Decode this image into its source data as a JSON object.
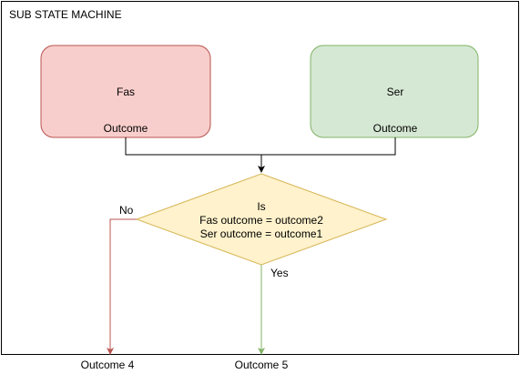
{
  "container": {
    "title": "SUB STATE MACHINE"
  },
  "states": [
    {
      "name": "Fas",
      "outcome_label": "Outcome",
      "fill": "#f8cecc",
      "stroke": "#b85450"
    },
    {
      "name": "Ser",
      "outcome_label": "Outcome",
      "fill": "#d5e8d4",
      "stroke": "#82b366"
    }
  ],
  "decision": {
    "lines": [
      "Is",
      "Fas outcome = outcome2",
      "Ser outcome = outcome1"
    ],
    "fill": "#fff2cc",
    "stroke": "#d6b656"
  },
  "branches": {
    "no": {
      "label": "No",
      "color": "#b85450"
    },
    "yes": {
      "label": "Yes",
      "color": "#82b366"
    }
  },
  "outcomes": {
    "left": "Outcome 4",
    "right": "Outcome 5"
  }
}
